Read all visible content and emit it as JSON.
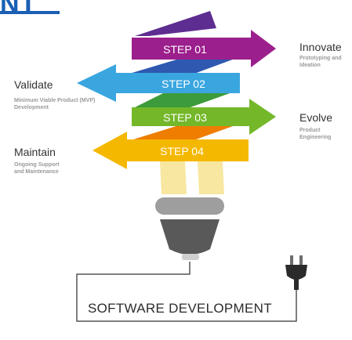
{
  "headline": {
    "text": "NT",
    "color": "#1a5fb4"
  },
  "steps": [
    {
      "label": "STEP 01",
      "color": "#9b1f8c",
      "title": "Innovate",
      "subtitle_lines": [
        "Prototyping and",
        "Ideation"
      ]
    },
    {
      "label": "STEP 02",
      "color": "#3aa6e0",
      "title": "Validate",
      "subtitle_lines": [
        "Minimum Viable Product (MVP)",
        "Development"
      ]
    },
    {
      "label": "STEP 03",
      "color": "#74b82a",
      "title": "Evolve",
      "subtitle_lines": [
        "Product",
        "Engineering"
      ]
    },
    {
      "label": "STEP 04",
      "color": "#f5b800",
      "title": "Maintain",
      "subtitle_lines": [
        "Ongoing Support",
        "and Maintenance"
      ]
    }
  ],
  "footer": {
    "label": "SOFTWARE DEVELOPMENT"
  },
  "icons": {
    "bulb": "light-bulb-icon",
    "plug": "power-plug-icon"
  },
  "colors": {
    "twist_purple": "#5e2d91",
    "twist_blue": "#2f58b0",
    "twist_green": "#3c9b3a",
    "twist_orange": "#ef7d00",
    "bulb_glow": "#f7e7a0",
    "bulb_base": "#9e9e9e",
    "bulb_cap": "#595959"
  }
}
